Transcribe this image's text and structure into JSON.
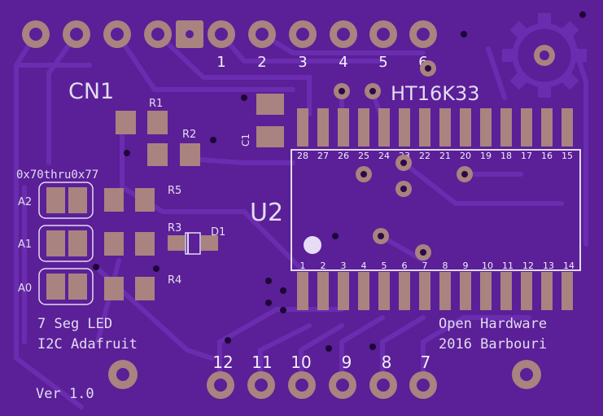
{
  "board": {
    "background": "#5b1f98",
    "trace": "#6a2db0",
    "copper": "#a8837f",
    "silkscreen": "#e2dcef"
  },
  "top_header_labels": [
    "1",
    "2",
    "3",
    "4",
    "5",
    "6"
  ],
  "bottom_header_labels": [
    "12",
    "11",
    "10",
    "9",
    "8",
    "7"
  ],
  "chip_top_numbers": [
    "28",
    "27",
    "26",
    "25",
    "24",
    "23",
    "22",
    "21",
    "20",
    "19",
    "18",
    "17",
    "16",
    "15"
  ],
  "chip_bottom_numbers": [
    "1",
    "2",
    "3",
    "4",
    "5",
    "6",
    "7",
    "8",
    "9",
    "10",
    "11",
    "12",
    "13",
    "14"
  ],
  "labels": {
    "cn1": "CN1",
    "r1": "R1",
    "r2": "R2",
    "r3": "R3",
    "r4": "R4",
    "r5": "R5",
    "c1": "C1",
    "d1": "D1",
    "u2": "U2",
    "chip_name": "HT16K33",
    "address_range": "0x70thru0x77",
    "a0": "A0",
    "a1": "A1",
    "a2": "A2",
    "product_line1": "7 Seg LED",
    "product_line2": "I2C Adafruit",
    "version": "Ver 1.0",
    "credit_line1": "Open Hardware",
    "credit_line2": "2016 Barbouri"
  },
  "logo_icon": "open-hardware-gear-icon"
}
